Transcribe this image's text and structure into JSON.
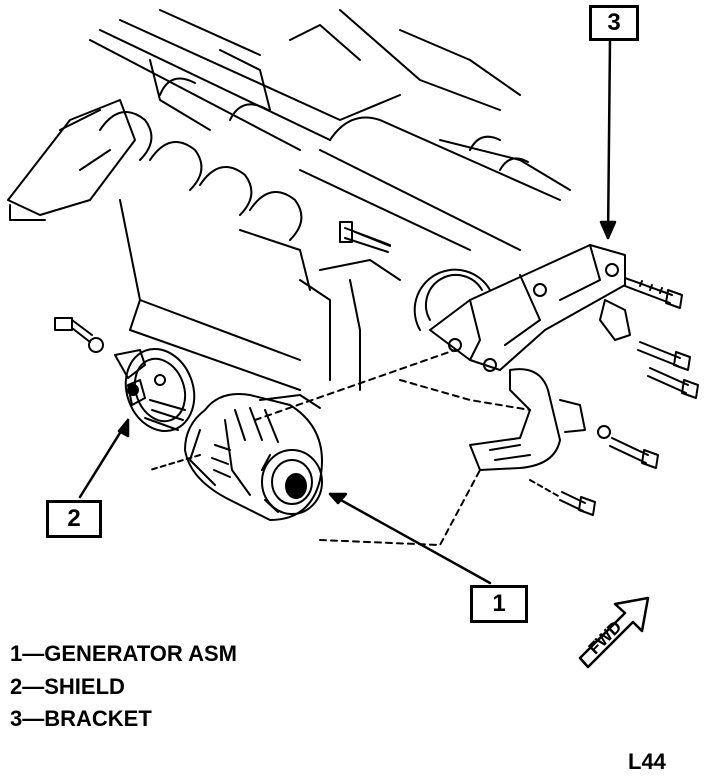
{
  "callouts": [
    {
      "number": "1",
      "part": "generator"
    },
    {
      "number": "2",
      "part": "shield"
    },
    {
      "number": "3",
      "part": "bracket"
    }
  ],
  "legend": [
    "1—GENERATOR ASM",
    "2—SHIELD",
    "3—BRACKET"
  ],
  "direction_label": "FWD",
  "figure_code": "L44",
  "colors": {
    "ink": "#000000",
    "paper": "#ffffff"
  }
}
